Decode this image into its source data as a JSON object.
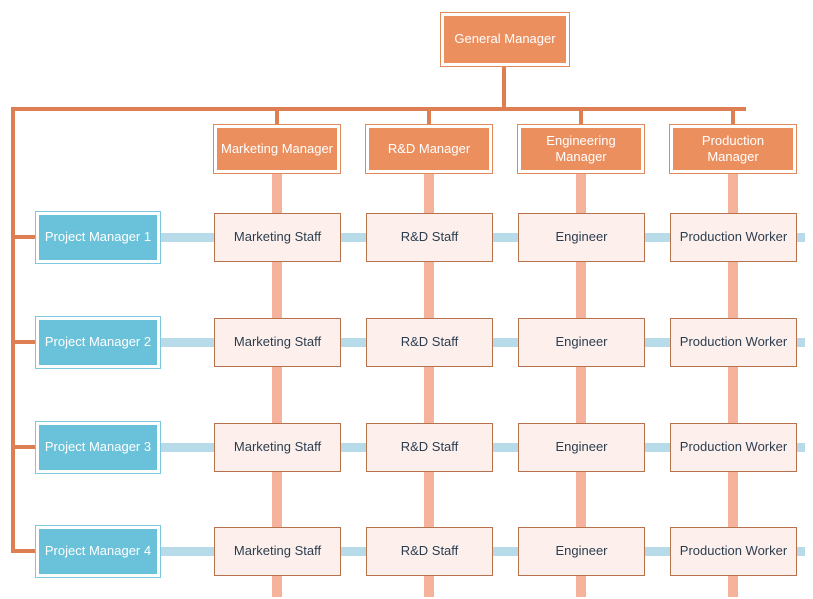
{
  "chart_data": {
    "type": "diagram",
    "diagram_kind": "matrix-organizational-chart",
    "title": "",
    "colors": {
      "manager_fill": "#ec8f5f",
      "manager_border": "#e08a5c",
      "manager_text": "#ffffff",
      "project_manager_fill": "#69c1da",
      "project_manager_border": "#7ec8dd",
      "project_manager_text": "#ffffff",
      "staff_fill": "#fdf0ec",
      "staff_border": "#b5724c",
      "staff_text": "#2b3d4f",
      "connector_orange": "#dd7f53",
      "connector_salmon": "#f6b39c",
      "connector_blue": "#b7dbe9",
      "background": "#ffffff"
    },
    "rows": 4,
    "columns": 4,
    "nodes": {
      "root": {
        "label": "General Manager",
        "type": "manager"
      },
      "functional_managers": [
        {
          "label": "Marketing Manager",
          "type": "manager"
        },
        {
          "label": "R&D Manager",
          "type": "manager"
        },
        {
          "label": "Engineering Manager",
          "type": "manager"
        },
        {
          "label": "Production Manager",
          "type": "manager"
        }
      ],
      "project_managers": [
        {
          "label": "Project Manager 1",
          "type": "project-manager"
        },
        {
          "label": "Project Manager 2",
          "type": "project-manager"
        },
        {
          "label": "Project Manager 3",
          "type": "project-manager"
        },
        {
          "label": "Project Manager 4",
          "type": "project-manager"
        }
      ],
      "matrix": [
        [
          {
            "label": "Marketing Staff"
          },
          {
            "label": "R&D Staff"
          },
          {
            "label": "Engineer"
          },
          {
            "label": "Production Worker"
          }
        ],
        [
          {
            "label": "Marketing Staff"
          },
          {
            "label": "R&D Staff"
          },
          {
            "label": "Engineer"
          },
          {
            "label": "Production Worker"
          }
        ],
        [
          {
            "label": "Marketing Staff"
          },
          {
            "label": "R&D Staff"
          },
          {
            "label": "Engineer"
          },
          {
            "label": "Production Worker"
          }
        ],
        [
          {
            "label": "Marketing Staff"
          },
          {
            "label": "R&D Staff"
          },
          {
            "label": "Engineer"
          },
          {
            "label": "Production Worker"
          }
        ]
      ]
    }
  },
  "org": {
    "general_manager": "General Manager",
    "managers": {
      "marketing": "Marketing Manager",
      "rnd": "R&D Manager",
      "engineering_line1": "Engineering",
      "engineering_line2": "Manager",
      "production_line1": "Production",
      "production_line2": "Manager"
    },
    "project_managers": {
      "pm1": "Project Manager 1",
      "pm2": "Project Manager 2",
      "pm3": "Project Manager 3",
      "pm4": "Project Manager 4"
    },
    "staff": {
      "marketing": "Marketing Staff",
      "rnd": "R&D Staff",
      "engineer": "Engineer",
      "production": "Production Worker"
    }
  }
}
